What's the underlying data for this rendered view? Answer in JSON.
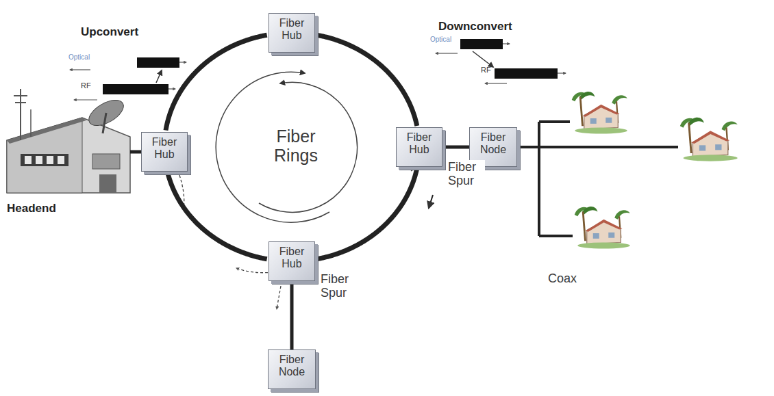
{
  "diagram": {
    "nodes": [
      {
        "text": [
          "Fiber Hub"
        ]
      },
      {
        "text": [
          "Fiber Hub"
        ]
      },
      {
        "text": [
          "Fiber Hub"
        ]
      },
      {
        "text": [
          "Fiber Node"
        ]
      },
      {
        "text": [
          "Fiber Hub"
        ]
      },
      {
        "text": [
          "Fiber Node"
        ]
      }
    ],
    "edges": [
      {
        "from": 0,
        "to": 2,
        "arrow": "none"
      },
      {
        "from": 2,
        "to": 4,
        "arrow": "none"
      },
      {
        "from": 4,
        "to": 1,
        "arrow": "none"
      },
      {
        "from": 1,
        "to": 0,
        "arrow": "none"
      },
      {
        "from": 2,
        "to": 3,
        "label": "Fiber Spur",
        "arrow": "none"
      },
      {
        "from": 4,
        "to": 5,
        "label": "Fiber Spur",
        "arrow": "none"
      }
    ],
    "labels": [
      "Upconvert",
      "Optical",
      "RF",
      "Downconvert",
      "Optical",
      "RF",
      "Fiber Rings",
      "Headend",
      "Coax"
    ]
  }
}
